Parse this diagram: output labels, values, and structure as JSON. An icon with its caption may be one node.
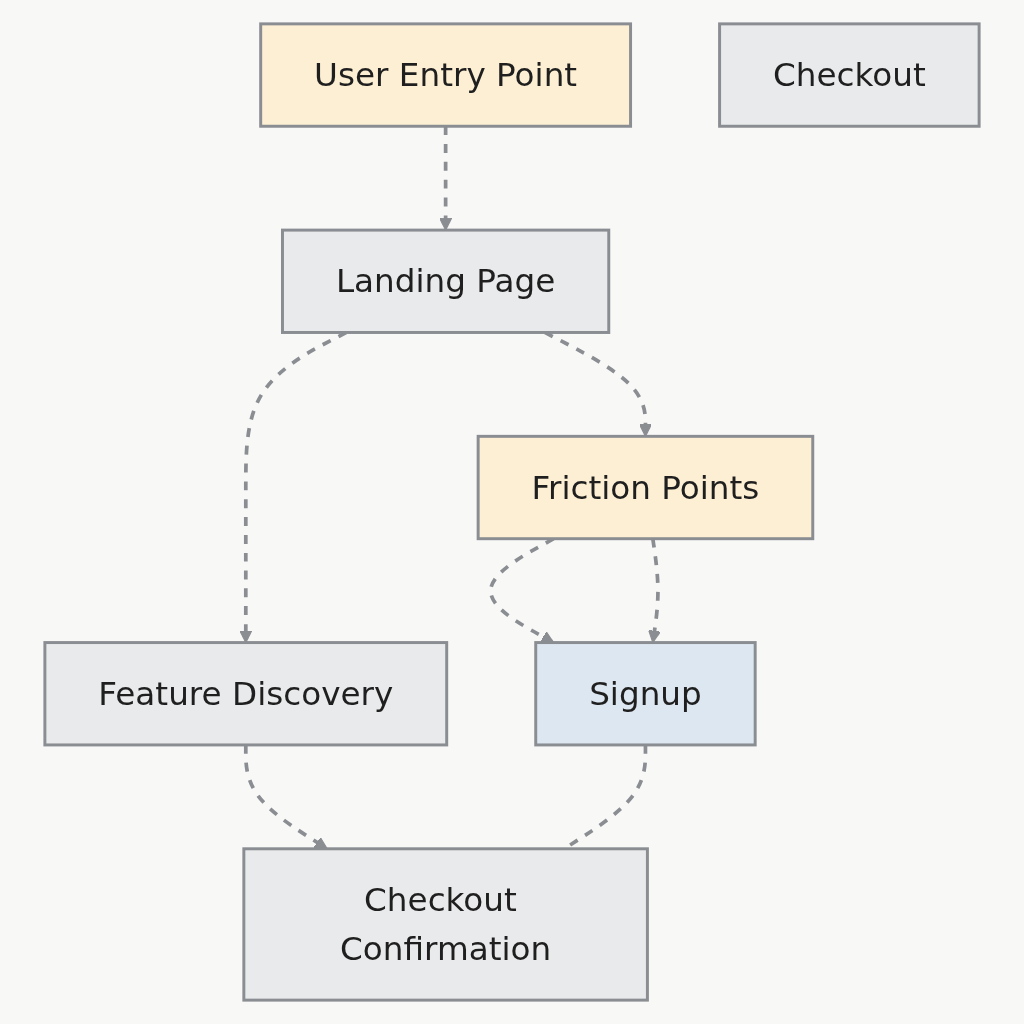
{
  "diagram": {
    "nodes": [
      {
        "text": [
          "User Entry Point"
        ]
      },
      {
        "text": [
          "Landing Page"
        ]
      },
      {
        "text": [
          "Feature Discovery"
        ]
      },
      {
        "text": [
          "Friction Points"
        ]
      },
      {
        "text": [
          "Signup"
        ]
      },
      {
        "text": [
          "Checkout Confirmation"
        ]
      },
      {
        "text": [
          "Checkout"
        ]
      }
    ],
    "edges": [
      {
        "from": 0,
        "to": 1,
        "arrow": "to",
        "style": "dashed"
      },
      {
        "from": 1,
        "to": 3,
        "arrow": "to",
        "style": "dashed"
      },
      {
        "from": 1,
        "to": 2,
        "arrow": "to",
        "style": "dashed"
      },
      {
        "from": 3,
        "to": 4,
        "arrow": "to",
        "style": "dashed"
      },
      {
        "from": 3,
        "to": 4,
        "arrow": "to",
        "style": "dashed"
      },
      {
        "from": 2,
        "to": 5,
        "arrow": "to",
        "style": "dashed"
      },
      {
        "from": 4,
        "to": 5,
        "arrow": "none",
        "style": "dashed"
      }
    ]
  }
}
